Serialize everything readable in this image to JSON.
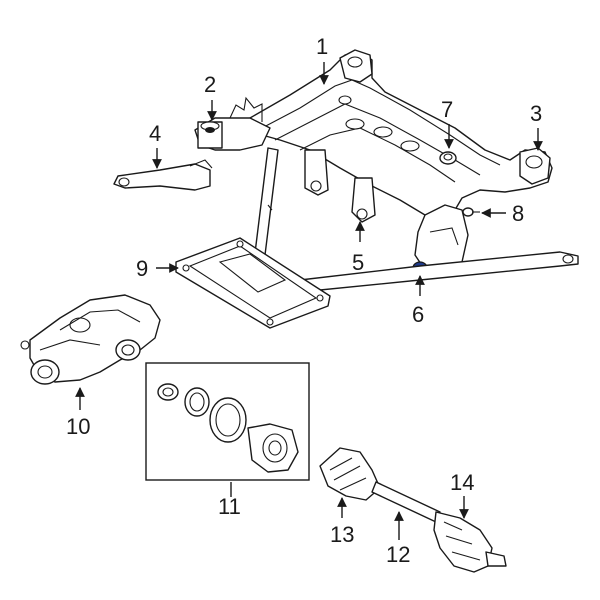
{
  "callouts": [
    {
      "id": "1",
      "label": "1"
    },
    {
      "id": "2",
      "label": "2"
    },
    {
      "id": "3",
      "label": "3"
    },
    {
      "id": "4",
      "label": "4"
    },
    {
      "id": "5",
      "label": "5"
    },
    {
      "id": "6",
      "label": "6"
    },
    {
      "id": "7",
      "label": "7"
    },
    {
      "id": "8",
      "label": "8"
    },
    {
      "id": "9",
      "label": "9"
    },
    {
      "id": "10",
      "label": "10"
    },
    {
      "id": "11",
      "label": "11"
    },
    {
      "id": "12",
      "label": "12"
    },
    {
      "id": "13",
      "label": "13"
    },
    {
      "id": "14",
      "label": "14"
    }
  ],
  "colors": {
    "line": "#1a1a1a",
    "fill": "#ffffff",
    "highlight": "#1f3b8c"
  }
}
